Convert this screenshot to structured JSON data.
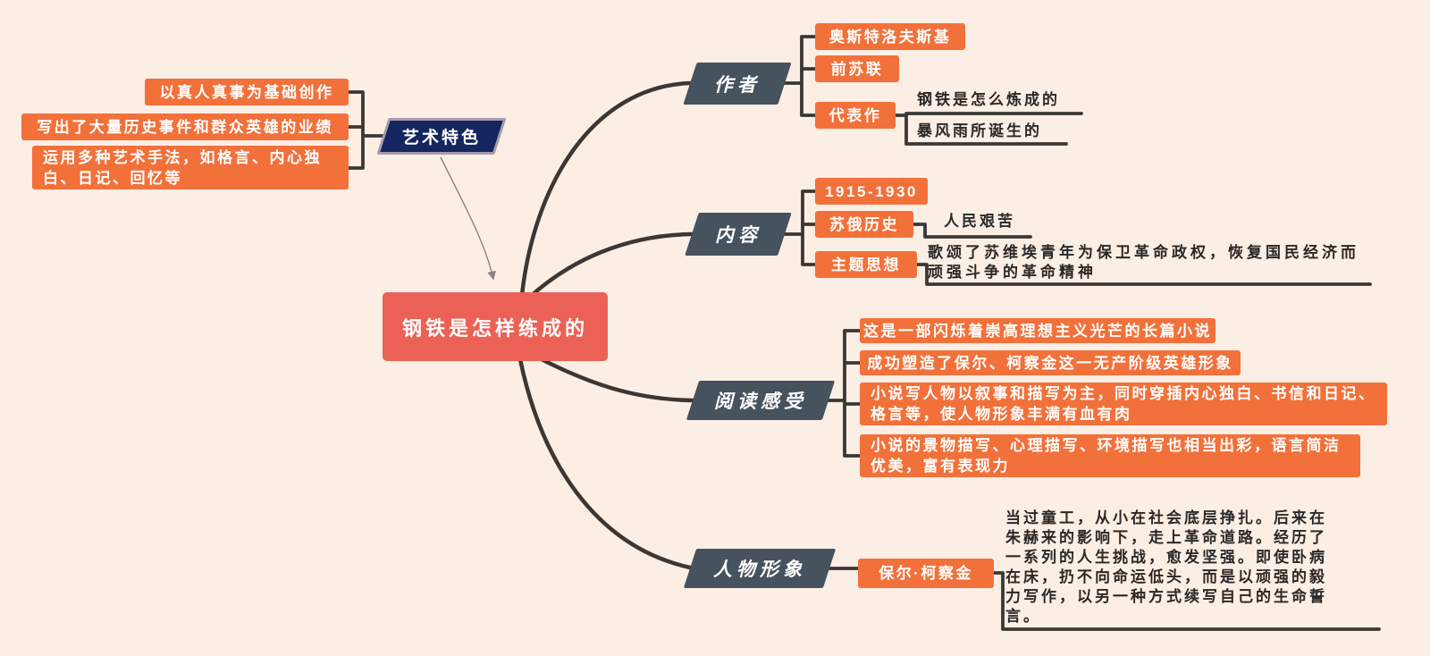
{
  "root": {
    "label": "钢铁是怎样练成的"
  },
  "art": {
    "label": "艺术特色",
    "children": [
      "以真人真事为基础创作",
      "写出了大量历史事件和群众英雄的业绩",
      "运用多种艺术手法，如格言、内心独白、日记、回忆等"
    ]
  },
  "author": {
    "label": "作者",
    "children": [
      "奥斯特洛夫斯基",
      "前苏联",
      "代表作"
    ],
    "works": [
      "钢铁是怎么炼成的",
      "暴风雨所诞生的"
    ]
  },
  "content": {
    "label": "内容",
    "children": [
      "1915-1930",
      "苏俄历史",
      "主题思想"
    ],
    "notes": {
      "history": "人民艰苦",
      "theme": "歌颂了苏维埃青年为保卫革命政权，恢复国民经济而顽强斗争的革命精神"
    }
  },
  "reading": {
    "label": "阅读感受",
    "children": [
      "这是一部闪烁着崇高理想主义光芒的长篇小说",
      "成功塑造了保尔、柯察金这一无产阶级英雄形象",
      "小说写人物以叙事和描写为主，同时穿插内心独白、书信和日记、格言等，使人物形象丰满有血有肉",
      "小说的景物描写、心理描写、环境描写也相当出彩，语言简洁优美，富有表现力"
    ]
  },
  "character": {
    "label": "人物形象",
    "child": "保尔·柯察金",
    "note": "当过童工，从小在社会底层挣扎。后来在朱赫来的影响下，走上革命道路。经历了一系列的人生挑战，愈发坚强。即使卧病在床，扔不向命运低头，而是以顽强的毅力写作，以另一种方式续写自己的生命誓言。"
  },
  "colors": {
    "background": "#fbeee5",
    "branch_orange": "#f2713b",
    "root_red": "#ec6156",
    "slate": "#46525d",
    "navy": "#15265e",
    "navy_border": "#a79aae",
    "line": "#3b3734",
    "text_dark": "#2b2826"
  }
}
